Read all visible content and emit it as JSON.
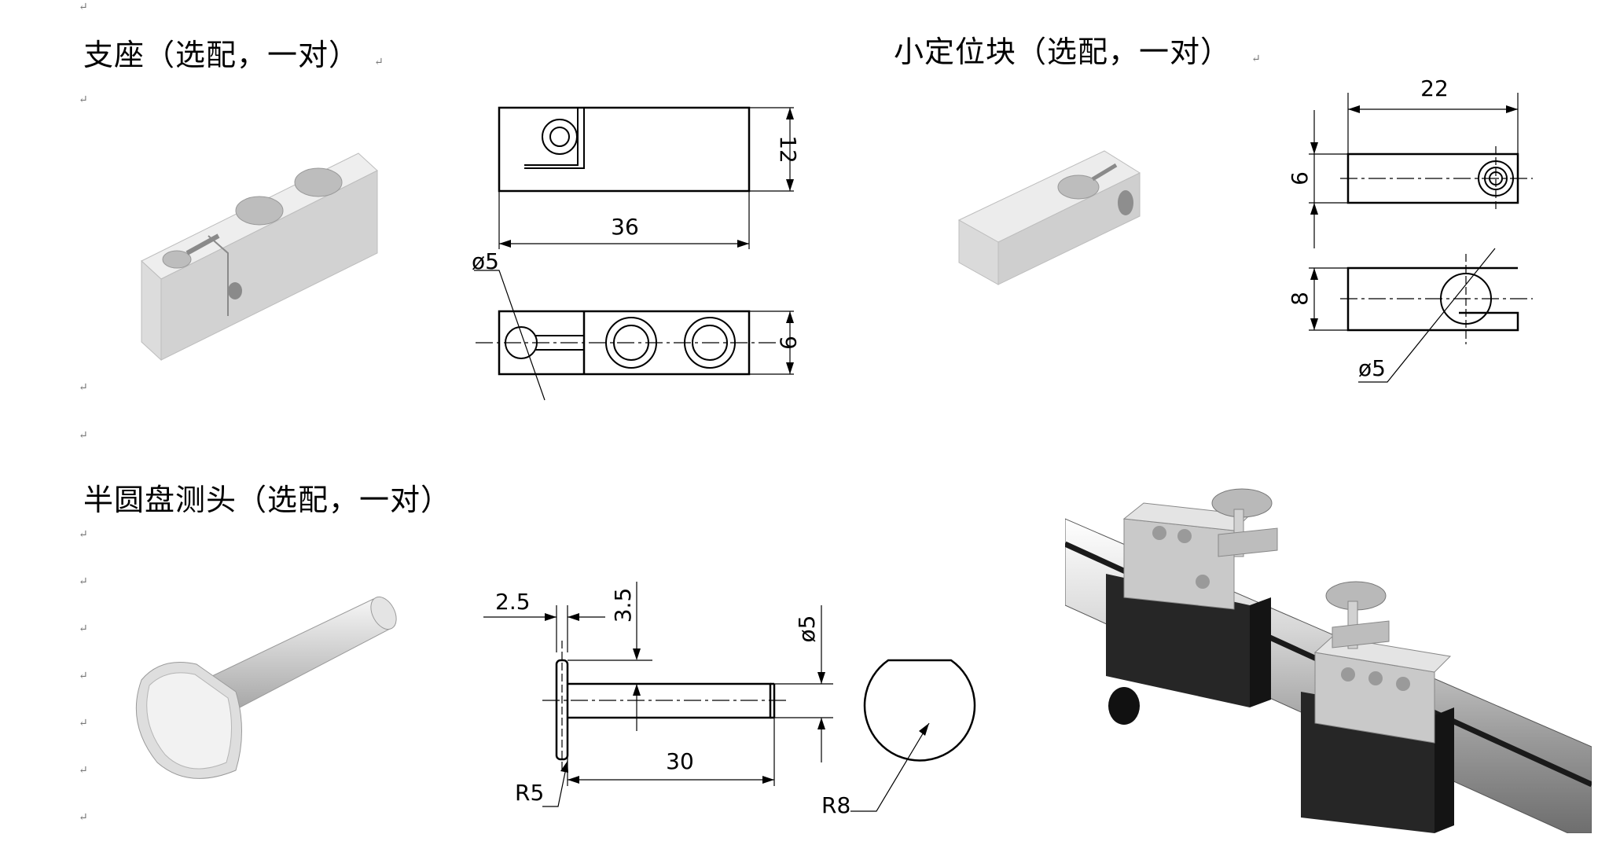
{
  "paragraph_mark": "↵",
  "sections": {
    "support": {
      "title": "支座（选配，一对）"
    },
    "locator": {
      "title": "小定位块（选配，一对）"
    },
    "probe": {
      "title": "半圆盘测头（选配，一对）"
    }
  },
  "dimensions": {
    "support_length": "36",
    "support_height_top": "12",
    "support_height_bottom": "9",
    "support_hole_dia": "ø5",
    "locator_length": "22",
    "locator_height_top": "6",
    "locator_height_bottom": "8",
    "locator_hole_dia": "ø5",
    "probe_head_thickness": "2.5",
    "probe_head_offset": "3.5",
    "probe_shaft_dia": "ø5",
    "probe_shaft_length": "30",
    "probe_fillet_radius": "R5",
    "probe_disc_radius": "R8"
  },
  "colors": {
    "line": "#000000",
    "metal_light": "#e6e6e6",
    "metal_mid": "#c4c4c4",
    "dark_part": "#262626"
  }
}
